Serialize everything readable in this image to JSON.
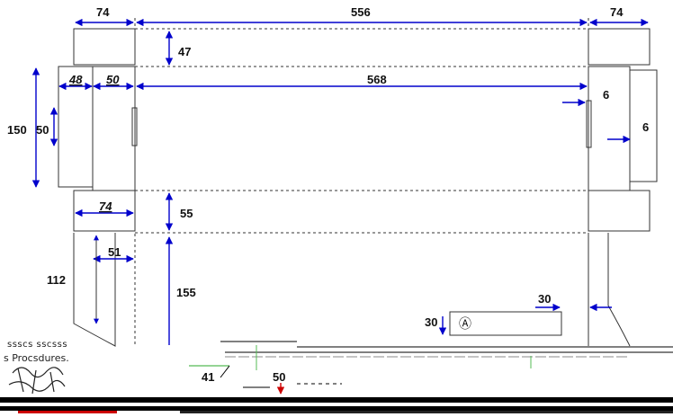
{
  "dimensions": {
    "top_left_flap_width": "74",
    "top_panel_width": "556",
    "top_right_flap_width": "74",
    "top_flap_height": "47",
    "left_tuck_width": "48",
    "left_side_width": "50",
    "body_width": "568",
    "right_slot_width": "6",
    "right_tab_offset": "6",
    "body_height": "150",
    "left_slot_height": "50",
    "lower_flap_width": "74",
    "lower_flap_height": "55",
    "lower_left_width": "51",
    "lower_left_height": "112",
    "bottom_extension_height": "155",
    "marker_offset_x": "30",
    "marker_offset_y": "30",
    "detail_41": "41",
    "detail_50": "50"
  },
  "marker": {
    "label": "Ⓐ"
  },
  "fragments": {
    "overlay_line_1": "ssscs sscsss",
    "overlay_line_2": "s Procsdures."
  },
  "colors": {
    "dimension": "#0000cc",
    "outline": "#000000",
    "accent": "#cc0000",
    "green": "#55bb55"
  }
}
